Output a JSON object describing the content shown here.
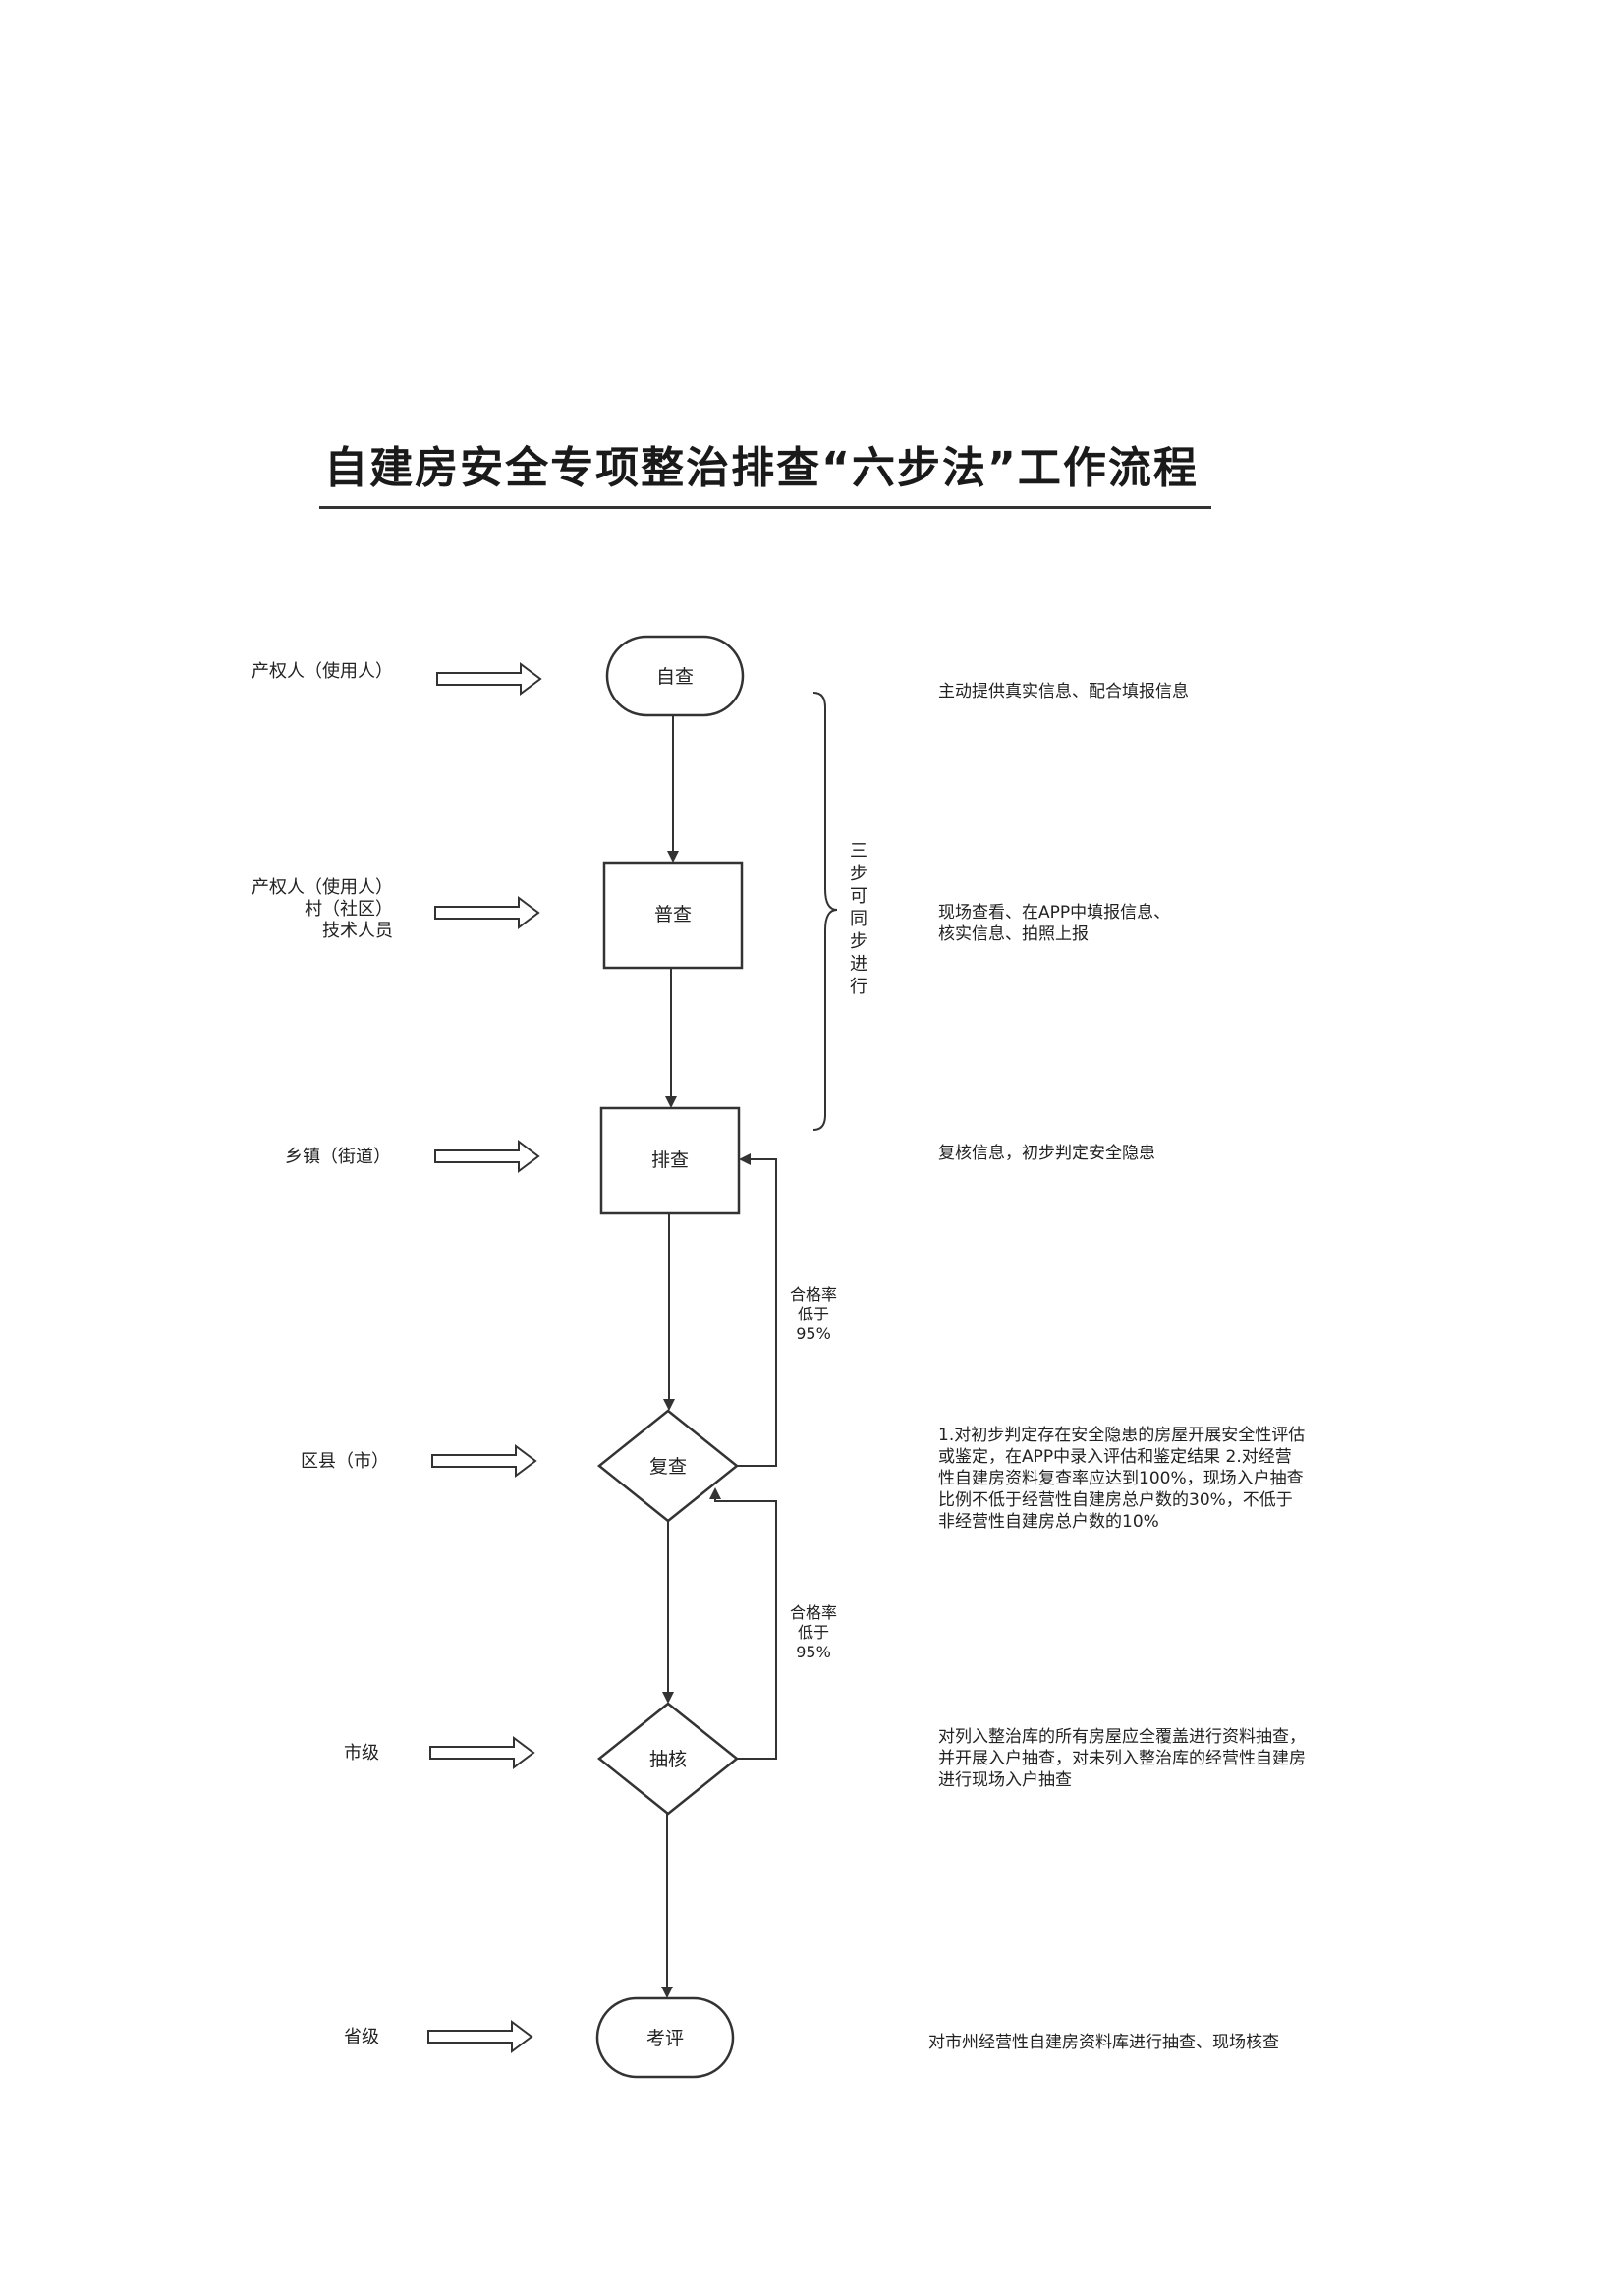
{
  "title": "自建房安全专项整治排查“六步法”工作流程",
  "steps": [
    {
      "id": "self",
      "label": "自查",
      "actor": [
        "产权人（使用人）"
      ],
      "desc": "主动提供真实信息、配合填报信息"
    },
    {
      "id": "general",
      "label": "普查",
      "actor": [
        "产权人（使用人）",
        "村（社区）",
        "技术人员"
      ],
      "desc": "现场查看、在APP中填报信息、核实信息、拍照上报"
    },
    {
      "id": "screen",
      "label": "排查",
      "actor": [
        "乡镇（街道）"
      ],
      "desc": "复核信息，初步判定安全隐患"
    },
    {
      "id": "recheck",
      "label": "复查",
      "actor": [
        "区县（市）"
      ],
      "desc": "1.对初步判定存在安全隐患的房屋开展安全性评估或鉴定，在APP中录入评估和鉴定结果 2.对经营性自建房资料复查率应达到100%，现场入户抽查比例不低于经营性自建房总户数的30%，不低于非经营性自建房总户数的10%"
    },
    {
      "id": "sample",
      "label": "抽核",
      "actor": [
        "市级"
      ],
      "desc": "对列入整治库的所有房屋应全覆盖进行资料抽查，并开展入户抽查，对未列入整治库的经营性自建房进行现场入户抽查"
    },
    {
      "id": "evaluate",
      "label": "考评",
      "actor": [
        "省级"
      ],
      "desc": "对市州经营性自建房资料库进行抽查、现场核查"
    }
  ],
  "brace_note": "三步可同步进行",
  "loops": [
    {
      "from": "recheck",
      "to": "screen",
      "label": [
        "合格率",
        "低于",
        "95%"
      ]
    },
    {
      "from": "sample",
      "to": "recheck",
      "label": [
        "合格率",
        "低于",
        "95%"
      ]
    }
  ]
}
